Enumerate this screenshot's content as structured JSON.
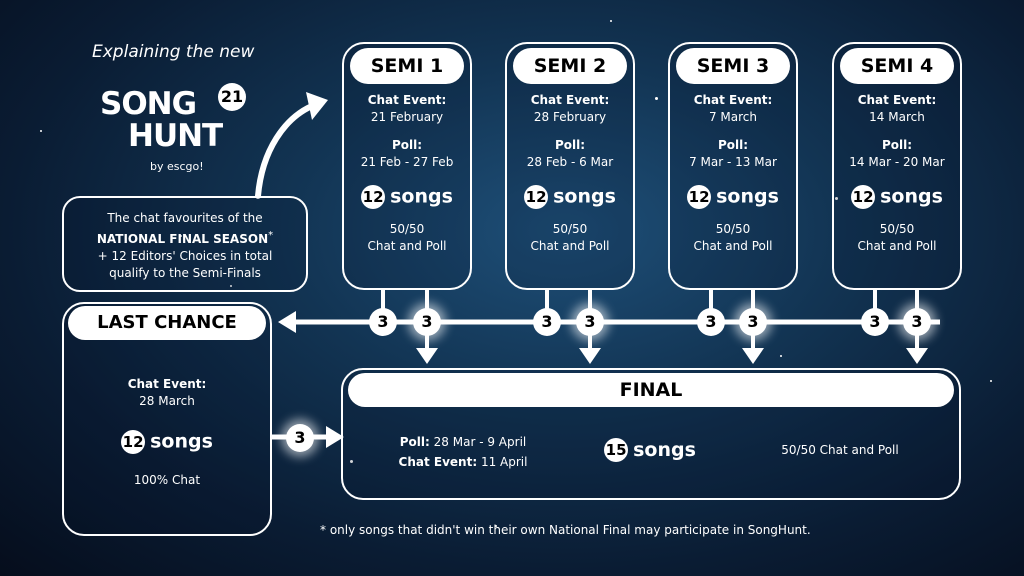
{
  "header": {
    "subtitle": "Explaining the new"
  },
  "logo": {
    "line1": "SONG",
    "line2": "HUNT",
    "edition": "21",
    "byline": "by escgo!"
  },
  "note": {
    "line1": "The chat favourites of the",
    "line2_bold": "NATIONAL FINAL SEASON",
    "line2_mark": "*",
    "line3": "+ 12 Editors' Choices in total",
    "line4": "qualify to the Semi-Finals"
  },
  "semis": [
    {
      "title": "SEMI 1",
      "chat_label": "Chat Event:",
      "chat_date": "21 February",
      "poll_label": "Poll:",
      "poll_dates": "21 Feb - 27 Feb",
      "songs_count": "12",
      "songs_word": "songs",
      "split_line1": "50/50",
      "split_line2": "Chat and Poll",
      "out_left": "3",
      "out_down": "3"
    },
    {
      "title": "SEMI 2",
      "chat_label": "Chat Event:",
      "chat_date": "28 February",
      "poll_label": "Poll:",
      "poll_dates": "28 Feb - 6 Mar",
      "songs_count": "12",
      "songs_word": "songs",
      "split_line1": "50/50",
      "split_line2": "Chat and Poll",
      "out_left": "3",
      "out_down": "3"
    },
    {
      "title": "SEMI 3",
      "chat_label": "Chat Event:",
      "chat_date": "7 March",
      "poll_label": "Poll:",
      "poll_dates": "7 Mar - 13 Mar",
      "songs_count": "12",
      "songs_word": "songs",
      "split_line1": "50/50",
      "split_line2": "Chat and Poll",
      "out_left": "3",
      "out_down": "3"
    },
    {
      "title": "SEMI 4",
      "chat_label": "Chat Event:",
      "chat_date": "14 March",
      "poll_label": "Poll:",
      "poll_dates": "14 Mar - 20 Mar",
      "songs_count": "12",
      "songs_word": "songs",
      "split_line1": "50/50",
      "split_line2": "Chat and Poll",
      "out_left": "3",
      "out_down": "3"
    }
  ],
  "last_chance": {
    "title": "LAST CHANCE",
    "chat_label": "Chat Event:",
    "chat_date": "28 March",
    "songs_count": "12",
    "songs_word": "songs",
    "split": "100% Chat",
    "out": "3"
  },
  "final": {
    "title": "FINAL",
    "poll_label": "Poll:",
    "poll_dates": "28 Mar - 9 April",
    "chat_label": "Chat Event:",
    "chat_date": "11 April",
    "songs_count": "15",
    "songs_word": "songs",
    "split": "50/50 Chat and Poll"
  },
  "footnote": "* only songs that didn't win their own National Final may participate in SongHunt."
}
